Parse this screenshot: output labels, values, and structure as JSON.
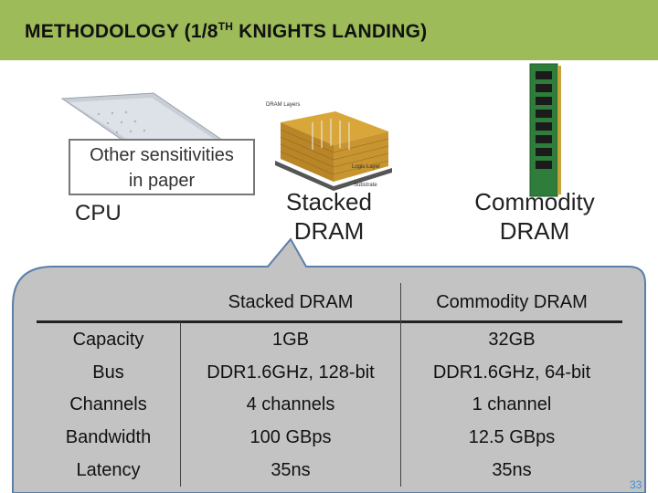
{
  "slide": {
    "title_main": "METHODOLOGY (1/8",
    "title_sup": "TH",
    "title_rest": " KNIGHTS LANDING)",
    "page_number": "33"
  },
  "callout": {
    "line1": "Other sensitivities",
    "line2": "in paper"
  },
  "images": {
    "cpu_label": "CPU",
    "stacked_line1": "Stacked",
    "stacked_line2": "DRAM",
    "commodity_line1": "Commodity",
    "commodity_line2": "DRAM",
    "stack_diagram_labels": {
      "top": "DRAM Layers",
      "logic": "Logic Layer",
      "substrate": "Substrate"
    }
  },
  "table": {
    "headers": [
      "",
      "Stacked DRAM",
      "Commodity DRAM"
    ],
    "rows": [
      [
        "Capacity",
        "1GB",
        "32GB"
      ],
      [
        "Bus",
        "DDR1.6GHz, 128-bit",
        "DDR1.6GHz, 64-bit"
      ],
      [
        "Channels",
        "4 channels",
        "1 channel"
      ],
      [
        "Bandwidth",
        "100 GBps",
        "12.5 GBps"
      ],
      [
        "Latency",
        "35ns",
        "35ns"
      ]
    ]
  },
  "colors": {
    "title_bar": "#9dbb58",
    "panel": "#c3c3c3",
    "panel_border": "#5a7fa8"
  }
}
